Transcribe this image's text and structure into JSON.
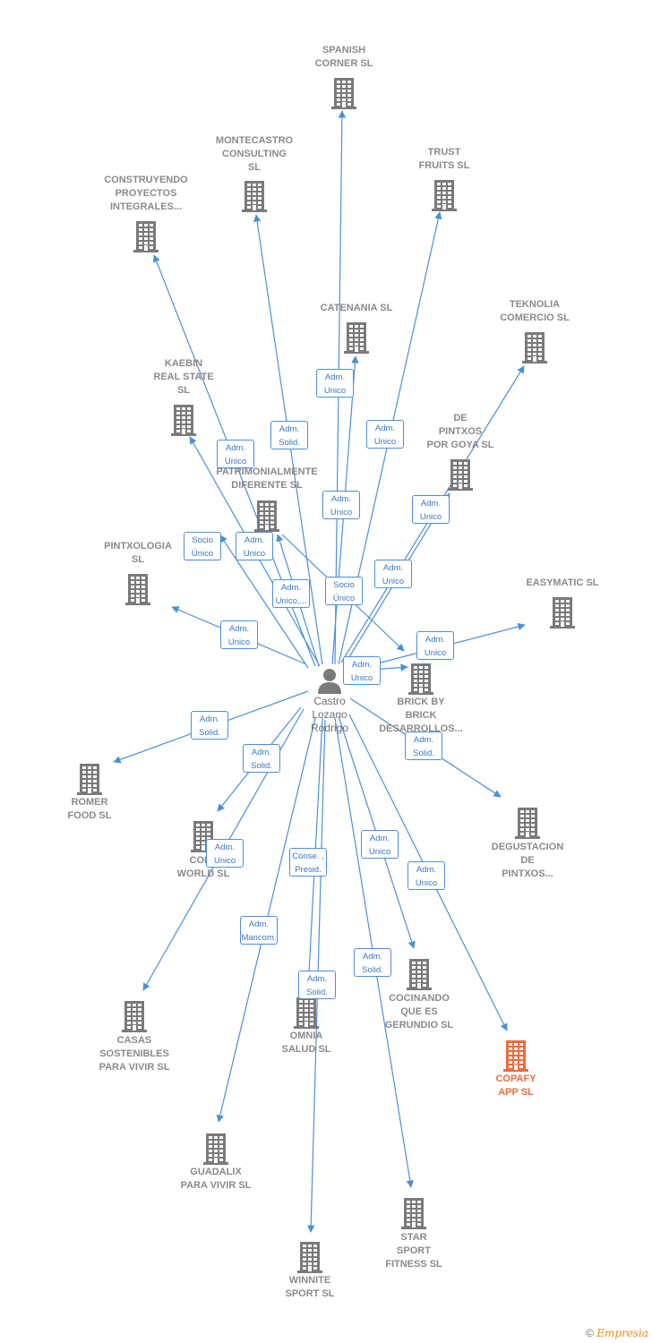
{
  "colors": {
    "edge": "#4a90d9",
    "building": "#7a7a7a",
    "highlight": "#ef6b3b",
    "label": "#8a8a8a"
  },
  "center": {
    "name": "Castro\nLozano\nRodrigo",
    "icon": "person-icon"
  },
  "companies": [
    {
      "id": "spanish-corner",
      "label": "SPANISH\nCORNER  SL"
    },
    {
      "id": "montecastro",
      "label": "MONTECASTRO\nCONSULTING\nSL"
    },
    {
      "id": "trust-fruits",
      "label": "TRUST\nFRUITS  SL"
    },
    {
      "id": "construyendo",
      "label": "CONSTRUYENDO\nPROYECTOS\nINTEGRALES..."
    },
    {
      "id": "catenania",
      "label": "CATENANIA  SL"
    },
    {
      "id": "teknolia",
      "label": "TEKNOLIA\nCOMERCIO SL"
    },
    {
      "id": "kaebin",
      "label": "KAEBIN\nREAL STATE\nSL"
    },
    {
      "id": "de-pintxos",
      "label": "DE\nPINTXOS\nPOR GOYA  SL"
    },
    {
      "id": "patrimonialmente",
      "label": "PATRIMONIALMENTE\nDIFERENTE  SL"
    },
    {
      "id": "pintxologia",
      "label": "PINTXOLOGIA\nSL"
    },
    {
      "id": "easymatic",
      "label": "EASYMATIC SL"
    },
    {
      "id": "brick-by-brick",
      "label": "BRICK BY\nBRICK\nDESARROLLOS..."
    },
    {
      "id": "romer-food",
      "label": "ROMER\nFOOD  SL"
    },
    {
      "id": "degustacion",
      "label": "DEGUSTACION\nDE\nPINTXOS..."
    },
    {
      "id": "copa-world",
      "label": "COPA\nWORLD  SL"
    },
    {
      "id": "cocinando",
      "label": "COCINANDO\nQUE ES\nGERUNDIO  SL"
    },
    {
      "id": "omnia-salud",
      "label": "OMNIA\nSALUD SL"
    },
    {
      "id": "casas-sostenibles",
      "label": "CASAS\nSOSTENIBLES\nPARA VIVIR  SL"
    },
    {
      "id": "copafy",
      "label": "COPAFY\nAPP  SL",
      "highlight": true
    },
    {
      "id": "guadalix",
      "label": "GUADALIX\nPARA VIVIR  SL"
    },
    {
      "id": "star-sport",
      "label": "STAR\nSPORT\nFITNESS SL"
    },
    {
      "id": "winnite",
      "label": "WINNITE\nSPORT  SL"
    }
  ],
  "roles": [
    {
      "target": "catenania",
      "text": "Adm.\nUnico"
    },
    {
      "target": "montecastro",
      "text": "Adm.\nSolid."
    },
    {
      "target": "trust-fruits",
      "text": "Adm.\nUnico"
    },
    {
      "target": "construyendo",
      "text": "Adm.\nUnico"
    },
    {
      "target": "spanish-corner",
      "text": "Adm.\nUnico"
    },
    {
      "target": "teknolia",
      "text": "Adm.\nUnico"
    },
    {
      "target": "pintxologia",
      "text": "Socio\nÚnico"
    },
    {
      "target": "kaebin",
      "text": "Adm.\nUnico"
    },
    {
      "target": "de-pintxos",
      "text": "Adm.\nUnico"
    },
    {
      "target": "patrimonialmente",
      "text": "Adm.\nUnico,..."
    },
    {
      "target": "brick-by-brick",
      "text": "Socio\nÚnico"
    },
    {
      "target": "pintxologia",
      "text": "Adm.\nUnico"
    },
    {
      "target": "easymatic",
      "text": "Adm.\nUnico"
    },
    {
      "target": "brick-by-brick",
      "text": "Adm.\nUnico"
    },
    {
      "target": "romer-food",
      "text": "Adm.\nSolid."
    },
    {
      "target": "degustacion",
      "text": "Adm.\nSolid."
    },
    {
      "target": "copa-world",
      "text": "Adm.\nSolid."
    },
    {
      "target": "casas-sostenibles",
      "text": "Adm.\nUnico"
    },
    {
      "target": "cocinando",
      "text": "Adm.\nUnico"
    },
    {
      "target": "omnia-salud",
      "text": "Conse. ,\nPresid."
    },
    {
      "target": "copafy",
      "text": "Adm.\nUnico"
    },
    {
      "target": "guadalix",
      "text": "Adm.\nMancom."
    },
    {
      "target": "star-sport",
      "text": "Adm.\nSolid."
    },
    {
      "target": "winnite",
      "text": "Adm.\nSolid."
    }
  ],
  "footer": {
    "copyright": "©",
    "brand": "Empresia"
  }
}
